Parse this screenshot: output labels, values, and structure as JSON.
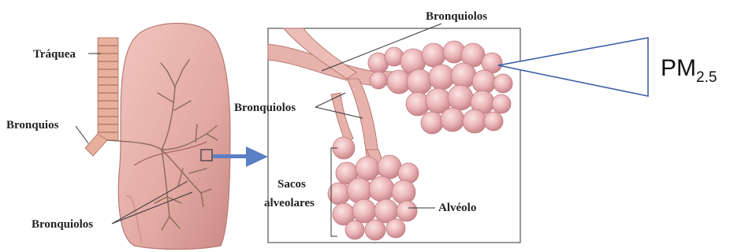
{
  "labels": {
    "traquea": "Tráquea",
    "bronquios": "Bronquios",
    "bronquiolos_lung": "Bronquiolos",
    "bronquiolos_top": "Bronquiolos",
    "bronquiolos_mid": "Bronquiolos",
    "sacos": "Sacos",
    "alveolares": "alveolares",
    "alveolo": "Alvéolo"
  },
  "pm": {
    "base": "PM",
    "sub": "2.5"
  },
  "colors": {
    "lung": "#e7b0a8",
    "lung_dark": "#c98a84",
    "alveoli": "#eab4b4",
    "alveoli_shade": "#d68f94",
    "trachea": "#e6b09c",
    "arrow": "#5b7fc4"
  }
}
